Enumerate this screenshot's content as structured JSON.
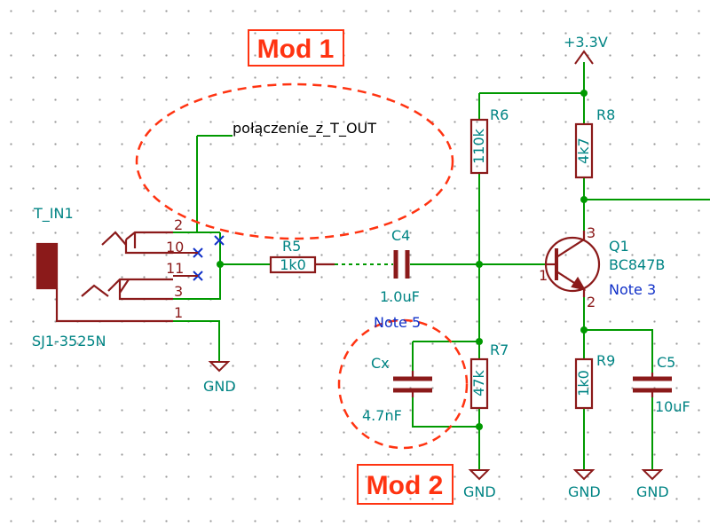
{
  "colors": {
    "wire": "#009900",
    "component": "#8b1a1a",
    "label_teal": "#008484",
    "note_blue": "#1030c8",
    "annotation_red": "#ff3311",
    "net_label": "#000000"
  },
  "annotations": {
    "mod1": "Mod 1",
    "mod2": "Mod 2"
  },
  "power": {
    "vcc_label": "+3.3V",
    "gnd_label": "GND"
  },
  "net_labels": {
    "t_out": "połączenie_z_T_OUT"
  },
  "jack": {
    "ref": "T_IN1",
    "value": "SJ1-3525N",
    "pins": [
      "2",
      "10",
      "11",
      "3",
      "1"
    ]
  },
  "components": {
    "r5": {
      "ref": "R5",
      "value": "1k0"
    },
    "c4": {
      "ref": "C4",
      "value": "1.0uF",
      "note": "Note 5"
    },
    "r6": {
      "ref": "R6",
      "value": "110k"
    },
    "r8": {
      "ref": "R8",
      "value": "4k7"
    },
    "r7": {
      "ref": "R7",
      "value": "47k"
    },
    "r9": {
      "ref": "R9",
      "value": "1k0"
    },
    "c5": {
      "ref": "C5",
      "value": "10uF"
    },
    "cx": {
      "ref": "Cx",
      "value": "4.7nF"
    },
    "q1": {
      "ref": "Q1",
      "value": "BC847B",
      "note": "Note 3",
      "pin_base": "1",
      "pin_collector": "3",
      "pin_emitter": "2"
    }
  }
}
